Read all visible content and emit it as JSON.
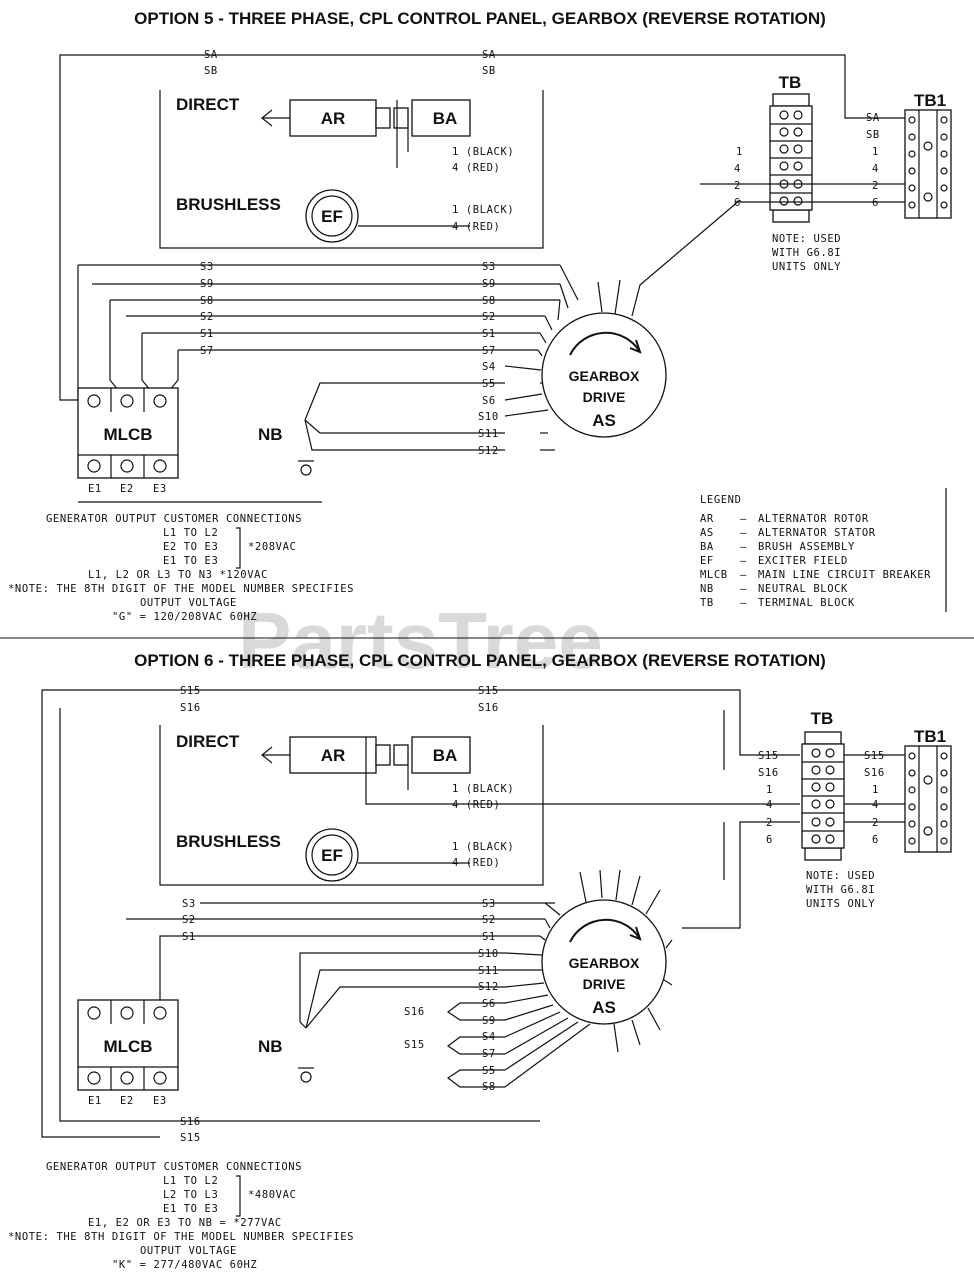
{
  "watermark": "PartsTree",
  "option5": {
    "title": "OPTION 5 - THREE PHASE, CPL CONTROL PANEL, GEARBOX (REVERSE ROTATION)",
    "direct": "DIRECT",
    "brushless": "BRUSHLESS",
    "ar": "AR",
    "ba": "BA",
    "ef": "EF",
    "mlcb": "MLCB",
    "nb": "NB",
    "gearbox1": "GEARBOX",
    "gearbox2": "DRIVE",
    "gearbox3": "AS",
    "tb": "TB",
    "tb1": "TB1",
    "black_label": "1 (BLACK)",
    "red_label": "4 (RED)",
    "leads_left": [
      "SA",
      "SB"
    ],
    "leads_right": [
      "SA",
      "SB"
    ],
    "stator_left": [
      "S3",
      "S9",
      "S8",
      "S2",
      "S1",
      "S7"
    ],
    "stator_right": [
      "S3",
      "S9",
      "S8",
      "S2",
      "S1",
      "S7",
      "S4",
      "S5",
      "S6",
      "S10",
      "S11",
      "S12"
    ],
    "tb_left_labels": [
      "1",
      "4",
      "2",
      "6"
    ],
    "tb1_labels": [
      "SA",
      "SB",
      "1",
      "4",
      "2",
      "6"
    ],
    "mlcb_terms": [
      "E1",
      "E2",
      "E3"
    ],
    "note": [
      "NOTE: USED",
      "WITH G6.8I",
      "UNITS ONLY"
    ],
    "customer": [
      "GENERATOR OUTPUT CUSTOMER CONNECTIONS",
      "L1 TO L2",
      "E2 TO E3",
      "E1 TO E3",
      "*208VAC",
      "L1, L2 OR L3 TO N3    *120VAC",
      "*NOTE: THE 8TH DIGIT OF THE MODEL NUMBER SPECIFIES",
      "OUTPUT VOLTAGE",
      "\"G\" = 120/208VAC 60HZ"
    ],
    "legend_title": "LEGEND",
    "legend": [
      {
        "code": "AR",
        "desc": "ALTERNATOR ROTOR"
      },
      {
        "code": "AS",
        "desc": "ALTERNATOR STATOR"
      },
      {
        "code": "BA",
        "desc": "BRUSH ASSEMBLY"
      },
      {
        "code": "EF",
        "desc": "EXCITER FIELD"
      },
      {
        "code": "MLCB",
        "desc": "MAIN LINE CIRCUIT BREAKER"
      },
      {
        "code": "NB",
        "desc": "NEUTRAL BLOCK"
      },
      {
        "code": "TB",
        "desc": "TERMINAL BLOCK"
      }
    ]
  },
  "option6": {
    "title": "OPTION 6 - THREE PHASE, CPL CONTROL PANEL, GEARBOX (REVERSE ROTATION)",
    "direct": "DIRECT",
    "brushless": "BRUSHLESS",
    "ar": "AR",
    "ba": "BA",
    "ef": "EF",
    "mlcb": "MLCB",
    "nb": "NB",
    "gearbox1": "GEARBOX",
    "gearbox2": "DRIVE",
    "gearbox3": "AS",
    "tb": "TB",
    "tb1": "TB1",
    "black_label": "1 (BLACK)",
    "red_label": "4 (RED)",
    "leads_left": [
      "S15",
      "S16"
    ],
    "leads_right": [
      "S15",
      "S16"
    ],
    "stator_left": [
      "S3",
      "S2",
      "S1"
    ],
    "stator_right": [
      "S3",
      "S2",
      "S1",
      "S10",
      "S11",
      "S12",
      "S6",
      "S9",
      "S4",
      "S7",
      "S5",
      "S8"
    ],
    "side_labels": [
      "S16",
      "S15"
    ],
    "bottom_leads": [
      "S16",
      "S15"
    ],
    "tb_left_labels": [
      "S15",
      "S16",
      "1",
      "4",
      "2",
      "6"
    ],
    "tb1_labels": [
      "S15",
      "S16",
      "1",
      "4",
      "2",
      "6"
    ],
    "mlcb_terms": [
      "E1",
      "E2",
      "E3"
    ],
    "note": [
      "NOTE: USED",
      "WITH G6.8I",
      "UNITS ONLY"
    ],
    "customer": [
      "GENERATOR OUTPUT CUSTOMER CONNECTIONS",
      "L1 TO L2",
      "L2 TO L3",
      "E1 TO E3",
      "*480VAC",
      "E1, E2 OR E3 TO NB = *277VAC",
      "*NOTE: THE 8TH DIGIT OF THE MODEL NUMBER SPECIFIES",
      "OUTPUT VOLTAGE",
      "\"K\" = 277/480VAC 60HZ"
    ]
  }
}
